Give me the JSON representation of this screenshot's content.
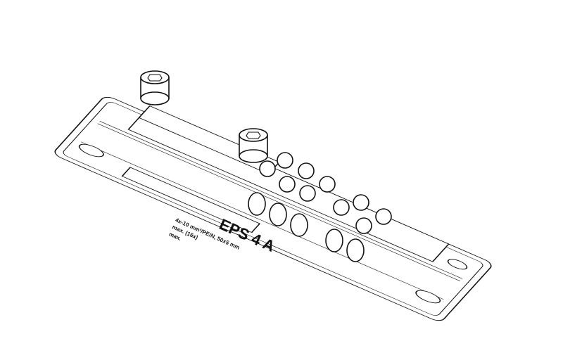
{
  "diagram": {
    "product_label": "EPS 4 A",
    "small_print_line1": "4x-10 mm²/PE/N, 50x5 mm",
    "small_print_line2": "max. (16x)",
    "small_print_line3": "max."
  },
  "colors": {
    "line": "#111111",
    "background": "#ffffff"
  }
}
